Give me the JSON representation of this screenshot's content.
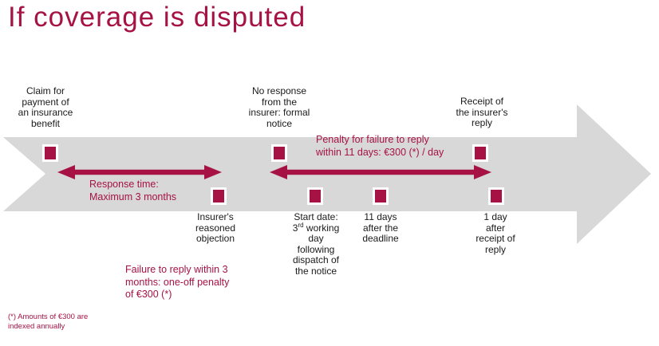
{
  "title": "If coverage is disputed",
  "colors": {
    "accent": "#A61244",
    "arrow_gray": "#D8D8D8",
    "text": "#1A1A1A"
  },
  "labels": {
    "claim": "Claim for\npayment of\nan insurance\nbenefit",
    "no_response": "No response\nfrom the\ninsurer: formal\nnotice",
    "receipt": "Receipt of\nthe insurer's\nreply",
    "objection": "Insurer's\nreasoned\nobjection",
    "start_date": {
      "part1": "Start date:\n3",
      "sup": "rd",
      "part2": " working\nday\nfollowing\ndispatch of\nthe notice"
    },
    "eleven_days": "11 days\nafter the\ndeadline",
    "one_day": "1 day\nafter\nreceipt of\nreply"
  },
  "annotations": {
    "response_time": "Response time:\nMaximum 3 months",
    "penalty": "Penalty for failure to reply\nwithin 11 days: €300 (*) / day",
    "failure": "Failure to reply within 3\nmonths: one-off penalty\nof €300 (*)"
  },
  "footnote": "(*) Amounts of €300 are\nindexed annually"
}
